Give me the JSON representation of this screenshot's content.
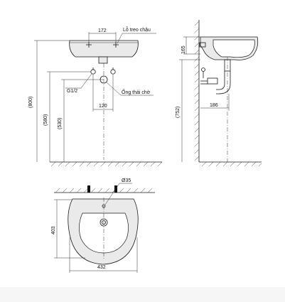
{
  "labels": {
    "mount_hole": "Lỗ treo chậu",
    "drain_pipe": "Ống thải chờ",
    "thread": "G1/2",
    "diameter": "Ø35"
  },
  "dimensions": {
    "hole_spacing": "172",
    "total_height": "(800)",
    "h580": "(580)",
    "h530": "(530)",
    "supply_spacing": "120",
    "side_height": "(752)",
    "side_depth": "186",
    "side_top": "165",
    "plan_depth": "403",
    "plan_width": "432"
  },
  "colors": {
    "line": "#1a1a1a",
    "basin_fill": "#eaeaea"
  }
}
